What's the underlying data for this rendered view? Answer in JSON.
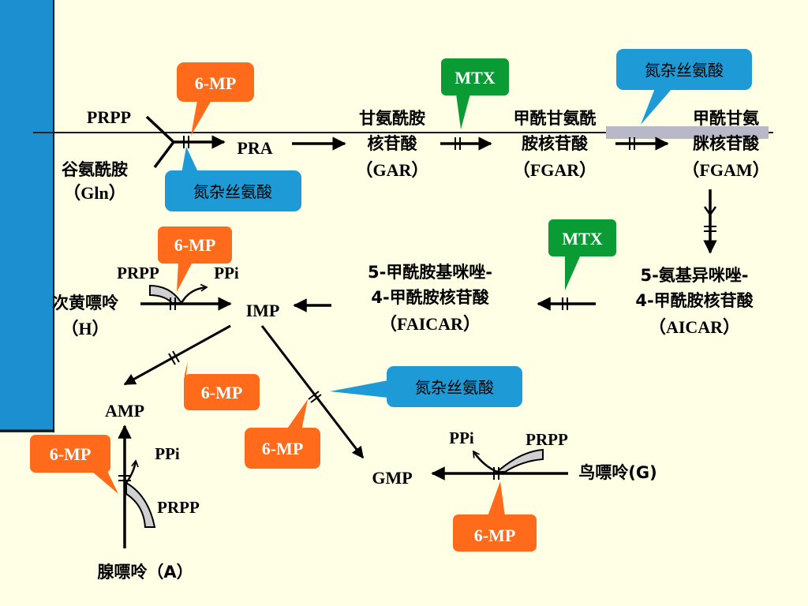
{
  "colors": {
    "background": "#FFFFE5",
    "sidebar": "#1B8FCF",
    "mp_callout": "#FF6B1A",
    "mtx_callout": "#0B9B35",
    "azaserine_callout": "#1E9BD6"
  },
  "drugs": {
    "mp": "6-MP",
    "mtx": "MTX",
    "azaserine": "氮杂丝氨酸"
  },
  "compounds": {
    "prpp": "PRPP",
    "gln": [
      "谷氨酰胺",
      "（Gln）"
    ],
    "pra": "PRA",
    "gar": [
      "甘氨酰胺",
      "核苷酸",
      "（GAR）"
    ],
    "fgar": [
      "甲酰甘氨酰",
      "胺核苷酸",
      "（FGAR）"
    ],
    "fgam": [
      "甲酰甘氨",
      "脒核苷酸",
      "（FGAM）"
    ],
    "aicar": [
      "5-氨基异咪唑-",
      "4-甲酰胺核苷酸",
      "（AICAR）"
    ],
    "faicar": [
      "5-甲酰胺基咪唑-",
      "4-甲酰胺核苷酸",
      "（FAICAR）"
    ],
    "imp": "IMP",
    "hypoxanthine": [
      "次黄嘌呤",
      "（H）"
    ],
    "amp": "AMP",
    "gmp": "GMP",
    "guanine": "鸟嘌呤(G)",
    "adenine": "腺嘌呤（A）",
    "ppi": "PPi"
  }
}
